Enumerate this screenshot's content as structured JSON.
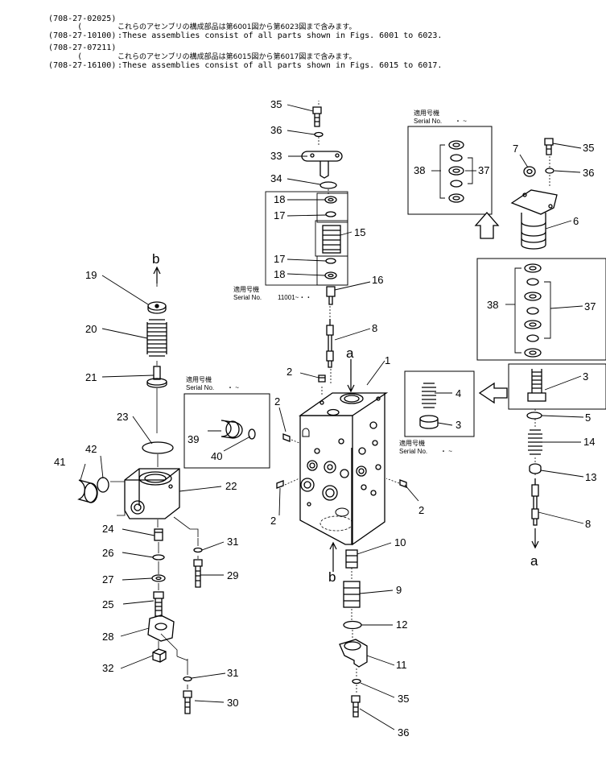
{
  "header": {
    "lines": [
      {
        "code": "(708-27-02025)",
        "text": ""
      },
      {
        "code": "      (",
        "text": ""
      },
      {
        "code": "(708-27-10100)",
        "text": ":These assemblies consist of all parts shown in Figs. 6001 to 6023."
      },
      {
        "code": "(708-27-07211)",
        "text": ""
      },
      {
        "code": "      (",
        "text": ""
      },
      {
        "code": "(708-27-16100)",
        "text": ":These assemblies consist of all parts shown in Figs. 6015 to 6017."
      }
    ],
    "jp1": "これらのアセンブリの構成部品は第6001図から第6023図まで含みます。",
    "jp2": "これらのアセンブリの構成部品は第6015図から第6017図まで含みます。"
  },
  "serial_boxes": [
    {
      "jp": "適用号機",
      "label": "Serial  No.",
      "value": "    ・  ~"
    },
    {
      "jp": "適用号機",
      "label": "Serial  No.",
      "value": "    ・  ~"
    },
    {
      "jp": "適用号機",
      "label": "Serial  No.",
      "value": "    ・  ~"
    },
    {
      "jp": "適用号機",
      "label": "Serial  No.",
      "value": "11001~・・"
    }
  ],
  "arrows": {
    "a": "a",
    "b": "b"
  },
  "callouts": [
    "35",
    "36",
    "33",
    "34",
    "18",
    "17",
    "15",
    "17",
    "18",
    "16",
    "8",
    "1",
    "2",
    "2",
    "2",
    "2",
    "3",
    "4",
    "3",
    "5",
    "14",
    "13",
    "8",
    "6",
    "7",
    "35",
    "36",
    "37",
    "38",
    "37",
    "38",
    "19",
    "20",
    "21",
    "23",
    "22",
    "42",
    "41",
    "24",
    "26",
    "27",
    "25",
    "28",
    "32",
    "31",
    "29",
    "31",
    "30",
    "39",
    "40",
    "10",
    "9",
    "12",
    "11",
    "35",
    "36",
    "a",
    "a",
    "b",
    "b"
  ]
}
